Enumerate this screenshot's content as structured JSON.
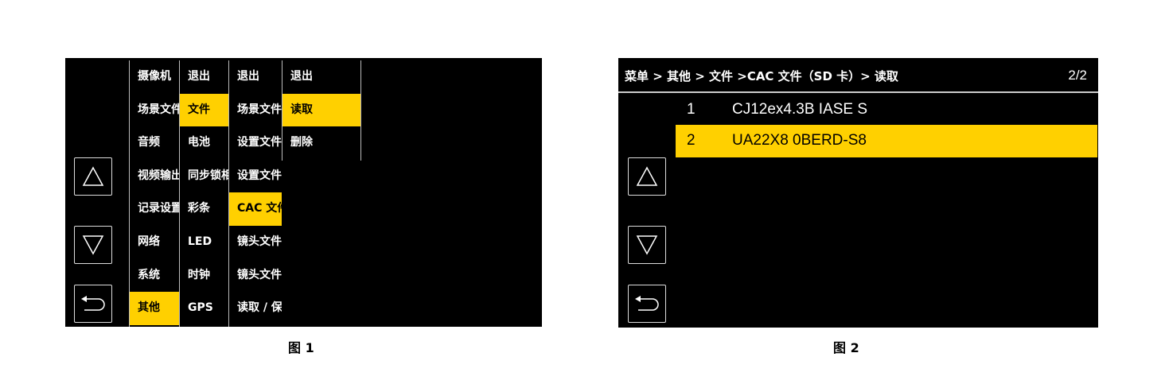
{
  "figure1": {
    "caption": "图 1",
    "col1": [
      "摄像机",
      "场景文件",
      "音频",
      "视频输出",
      "记录设置",
      "网络",
      "系统",
      "其他"
    ],
    "col2": [
      "退出",
      "文件",
      "电池",
      "同步锁相",
      "彩条",
      "LED",
      "时钟",
      "GPS"
    ],
    "col3": [
      "退出",
      "场景文件",
      "设置文件",
      "设置文件",
      "CAC 文件",
      "镜头文件",
      "镜头文件",
      "读取 / 保"
    ],
    "col4": [
      "退出",
      "读取",
      "删除"
    ],
    "selected": {
      "col1": 7,
      "col2": 1,
      "col3": 4,
      "col4": 1
    },
    "buttons": [
      "up-triangle",
      "down-triangle",
      "return-arrow"
    ]
  },
  "figure2": {
    "caption": "图 2",
    "breadcrumb": "菜单 > 其他 > 文件 >CAC 文件（SD 卡）> 读取",
    "page": "2/2",
    "rows": [
      {
        "num": "1",
        "name": "CJ12ex4.3B IASE S"
      },
      {
        "num": "2",
        "name": "UA22X8 0BERD-S8"
      }
    ],
    "selected_row": 1
  },
  "colors": {
    "highlight": "#FFD000",
    "background": "#000000"
  }
}
